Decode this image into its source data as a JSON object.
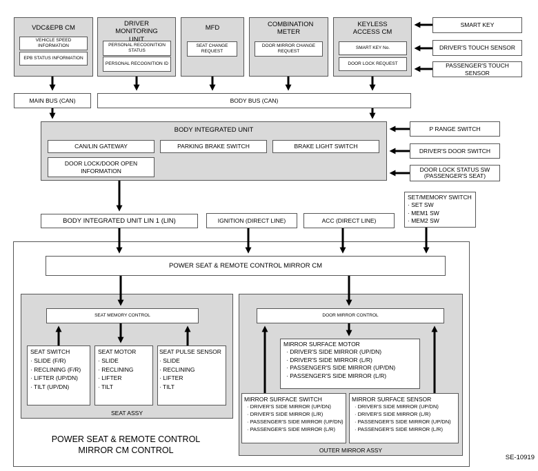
{
  "vdc": {
    "title": "VDC&EPB CM",
    "items": [
      "VEHICLE SPEED INFORMATION",
      "EPB STATUS INFORMATION"
    ]
  },
  "dmu": {
    "title": "DRIVER MONITORING UNIT",
    "items": [
      "PERSONAL RECOGNITION STATUS",
      "PERSONAL RECOGNITION ID"
    ]
  },
  "mfd": {
    "title": "MFD",
    "items": [
      "SEAT CHANGE REQUEST"
    ]
  },
  "meter": {
    "title": "COMBINATION METER",
    "items": [
      "DOOR MIRROR CHANGE REQUEST"
    ]
  },
  "keyless": {
    "title": "KEYLESS ACCESS CM",
    "items": [
      "SMART KEY No.",
      "DOOR LOCK REQUEST"
    ]
  },
  "key_inputs": [
    "SMART KEY",
    "DRIVER'S TOUCH SENSOR",
    "PASSENGER'S TOUCH SENSOR"
  ],
  "buses": {
    "main": "MAIN BUS (CAN)",
    "body": "BODY BUS (CAN)"
  },
  "biu": {
    "title": "BODY INTEGRATED UNIT",
    "items": [
      "CAN/LIN GATEWAY",
      "PARKING BRAKE SWITCH",
      "BRAKE LIGHT SWITCH",
      "DOOR LOCK/DOOR OPEN INFORMATION"
    ],
    "inputs": [
      "P RANGE SWITCH",
      "DRIVER'S DOOR SWITCH",
      "DOOR LOCK STATUS SW (PASSENGER'S SEAT)"
    ]
  },
  "lines": {
    "lin": "BODY INTEGRATED UNIT LIN 1 (LIN)",
    "ign": "IGNITION (DIRECT LINE)",
    "acc": "ACC (DIRECT LINE)"
  },
  "set_memory": {
    "title": "SET/MEMORY SWITCH",
    "items": [
      "· SET SW",
      "· MEM1 SW",
      "· MEM2 SW"
    ]
  },
  "cm": {
    "title": "POWER SEAT & REMOTE CONTROL MIRROR CM",
    "caption": "POWER SEAT & REMOTE CONTROL MIRROR CM CONTROL"
  },
  "seat": {
    "assy": "SEAT ASSY",
    "memory_control": "SEAT MEMORY CONTROL",
    "switch": {
      "title": "SEAT SWITCH",
      "items": [
        "· SLIDE (F/R)",
        "· RECLINING (F/R)",
        "· LIFTER (UP/DN)",
        "· TILT (UP/DN)"
      ]
    },
    "motor": {
      "title": "SEAT MOTOR",
      "items": [
        "· SLIDE",
        "· RECLINING",
        "· LIFTER",
        "· TILT"
      ]
    },
    "pulse": {
      "title": "SEAT PULSE SENSOR",
      "items": [
        "· SLIDE",
        "· RECLINING",
        "· LIFTER",
        "· TILT"
      ]
    }
  },
  "mirror": {
    "assy": "OUTER MIRROR ASSY",
    "control": "DOOR MIRROR CONTROL",
    "motor": {
      "title": "MIRROR SURFACE MOTOR",
      "items": [
        "· DRIVER'S SIDE MIRROR (UP/DN)",
        "· DRIVER'S SIDE MIRROR (L/R)",
        "· PASSENGER'S SIDE MIRROR (UP/DN)",
        "· PASSENGER'S SIDE MIRROR (L/R)"
      ]
    },
    "switch": {
      "title": "MIRROR SURFACE SWITCH",
      "items": [
        "· DRIVER'S SIDE MIRROR (UP/DN)",
        "· DRIVER'S SIDE MIRROR (L/R)",
        "· PASSENGER'S SIDE MIRROR (UP/DN)",
        "· PASSENGER'S SIDE MIRROR (L/R)"
      ]
    },
    "sensor": {
      "title": "MIRROR SURFACE SENSOR",
      "items": [
        "· DRIVER'S SIDE MIRROR (UP/DN)",
        "· DRIVER'S SIDE MIRROR (L/R)",
        "· PASSENGER'S SIDE MIRROR (UP/DN)",
        "· PASSENGER'S SIDE MIRROR (L/R)"
      ]
    }
  },
  "figure_id": "SE-10919"
}
